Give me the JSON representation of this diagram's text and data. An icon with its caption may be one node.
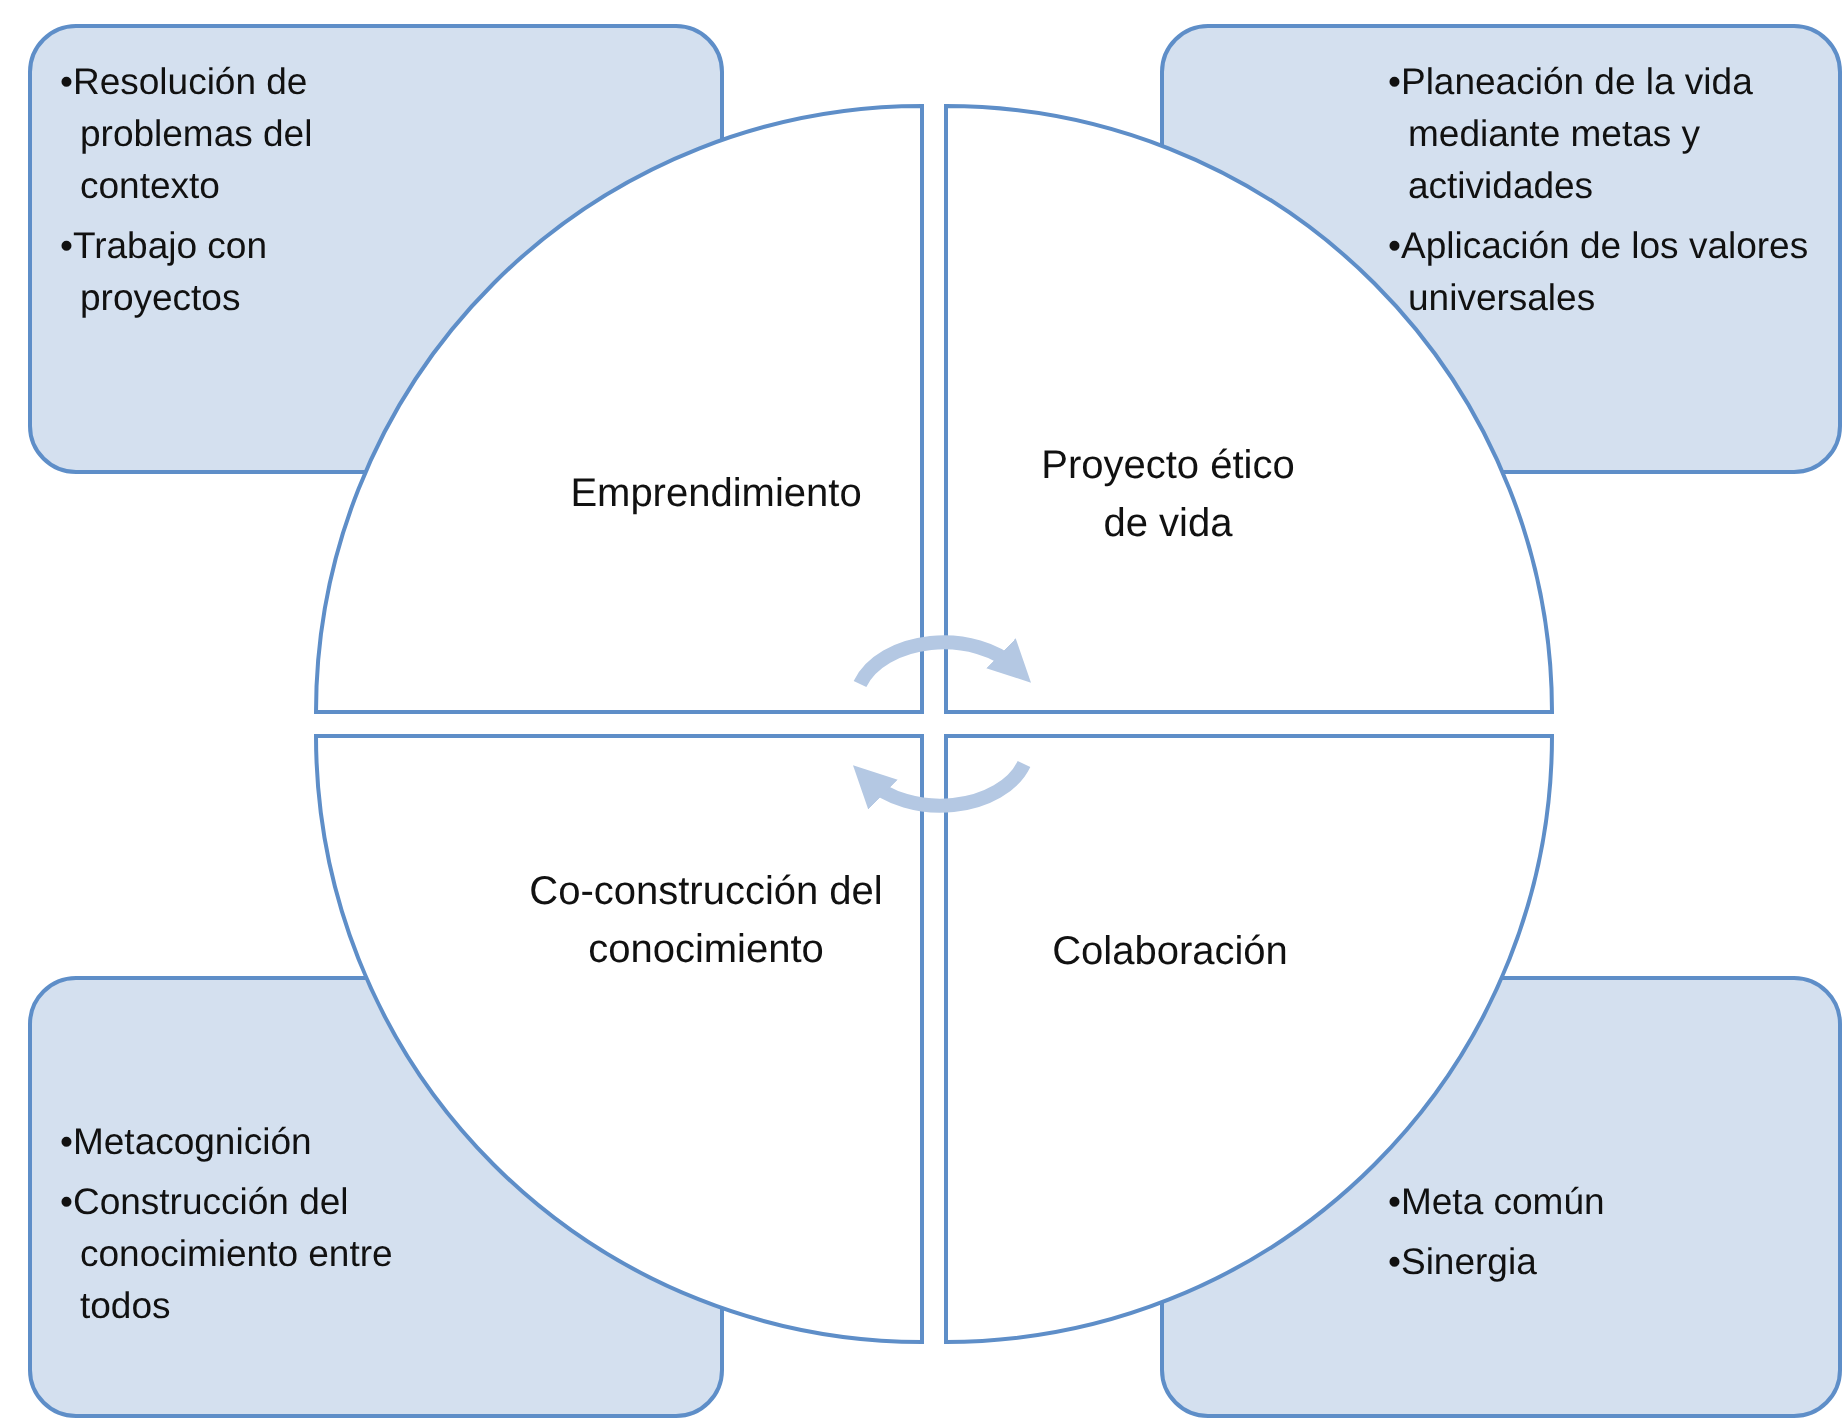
{
  "diagram": {
    "nodes": [
      {
        "text": [
          "•Resolución de problemas del contexto",
          "•Trabajo con proyectos"
        ]
      },
      {
        "text": [
          "•Planeación de la vida mediante metas y actividades",
          "•Aplicación de los valores universales"
        ]
      },
      {
        "text": [
          "•Metacognición",
          "•Construcción del conocimiento entre todos"
        ]
      },
      {
        "text": [
          "•Meta común",
          "•Sinergia"
        ]
      },
      {
        "text": [
          "Emprendimiento"
        ]
      },
      {
        "text": [
          "Proyecto ético de vida"
        ]
      },
      {
        "text": [
          "Co-construcción del conocimiento"
        ]
      },
      {
        "text": [
          "Colaboración"
        ]
      }
    ],
    "edges": [
      {
        "from": 4,
        "to": 5,
        "arrow": "to",
        "color": "#b4c8e3"
      },
      {
        "from": 7,
        "to": 6,
        "arrow": "to",
        "color": "#b4c8e3"
      }
    ]
  }
}
